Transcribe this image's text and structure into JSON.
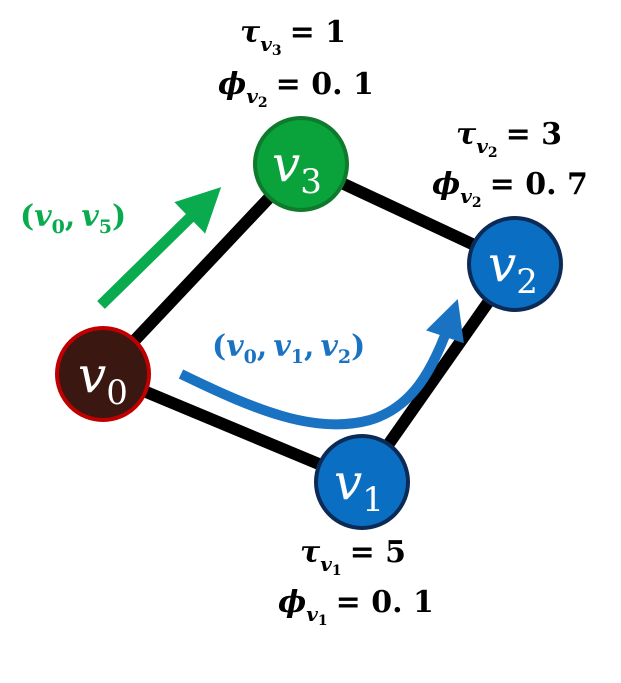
{
  "nodes": {
    "v0": {
      "base": "v",
      "sub": "0",
      "fill": "#3a1710",
      "stroke": "#c00000"
    },
    "v1": {
      "base": "v",
      "sub": "1",
      "fill": "#0a6fc2",
      "stroke": "#0b2a55"
    },
    "v2": {
      "base": "v",
      "sub": "2",
      "fill": "#0a6fc2",
      "stroke": "#0b2a55"
    },
    "v3": {
      "base": "v",
      "sub": "3",
      "fill": "#0aa23a",
      "stroke": "#0d7a2c"
    }
  },
  "labels": {
    "v3": {
      "tau": {
        "sym": "τ",
        "sub_base": "v",
        "sub_idx": "3",
        "eq": "= 1"
      },
      "phi": {
        "sym": "ϕ",
        "sub_base": "v",
        "sub_idx": "2",
        "eq": "= 0. 1"
      }
    },
    "v2": {
      "tau": {
        "sym": "τ",
        "sub_base": "v",
        "sub_idx": "2",
        "eq": "= 3"
      },
      "phi": {
        "sym": "ϕ",
        "sub_base": "v",
        "sub_idx": "2",
        "eq": "= 0. 7"
      }
    },
    "v1": {
      "tau": {
        "sym": "τ",
        "sub_base": "v",
        "sub_idx": "1",
        "eq": "= 5"
      },
      "phi": {
        "sym": "ϕ",
        "sub_base": "v",
        "sub_idx": "1",
        "eq": "= 0. 1"
      }
    }
  },
  "paths": {
    "green": {
      "color": "#0aab4f",
      "open": "(",
      "a": "v",
      "a_sub": "0",
      "sep": ",",
      "b": "v",
      "b_sub": "5",
      "close": ")"
    },
    "blue": {
      "color": "#1a73c2",
      "open": "(",
      "a": "v",
      "a_sub": "0",
      "sep1": ",",
      "b": "v",
      "b_sub": "1",
      "sep2": ",",
      "c": "v",
      "c_sub": "2",
      "close": ")"
    }
  },
  "edges": [
    {
      "from": "v0",
      "to": "v1"
    },
    {
      "from": "v1",
      "to": "v2"
    },
    {
      "from": "v2",
      "to": "v3"
    },
    {
      "from": "v3",
      "to": "v0"
    }
  ],
  "colors": {
    "edge": "#000000",
    "node_text": "#ffffff",
    "label_text": "#000000"
  }
}
